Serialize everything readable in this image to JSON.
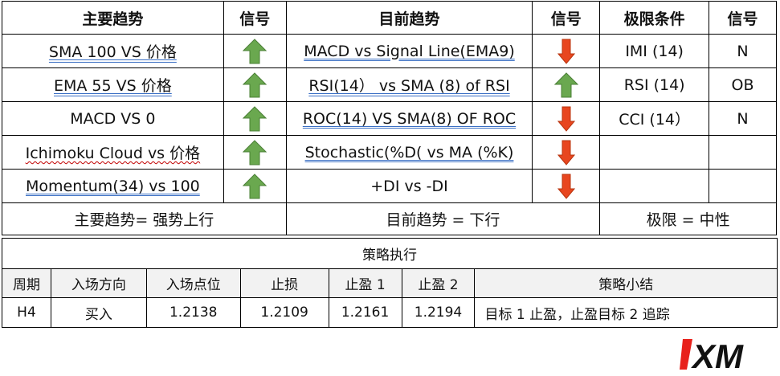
{
  "colors": {
    "up": "#6aa84f",
    "down": "#e8461f",
    "border": "#000000",
    "logo_red": "#e8211b"
  },
  "headers": {
    "main_trend": "主要趋势",
    "signal_1": "信号",
    "current_trend": "目前趋势",
    "signal_2": "信号",
    "extreme": "极限条件",
    "signal_3": "信号"
  },
  "rows": [
    {
      "main": "SMA 100 VS  价格",
      "main_sig": "up",
      "current": "MACD vs Signal Line(EMA9)",
      "current_sig": "down",
      "extreme": "IMI (14)",
      "extreme_sig": "N"
    },
    {
      "main": "EMA 55   VS  价格",
      "main_sig": "up",
      "current": "RSI(14） vs SMA (8) of RSI",
      "current_sig": "up",
      "extreme": "RSI (14)",
      "extreme_sig": "OB"
    },
    {
      "main": "MACD VS 0",
      "main_sig": "up",
      "current": "ROC(14) VS SMA(8) OF ROC",
      "current_sig": "down",
      "extreme": "CCI (14）",
      "extreme_sig": "N"
    },
    {
      "main": "Ichimoku Cloud vs 价格",
      "main_sig": "up",
      "current": "Stochastic(%D( vs MA (%K)",
      "current_sig": "down",
      "extreme": "",
      "extreme_sig": ""
    },
    {
      "main": "Momentum(34) vs 100",
      "main_sig": "up",
      "current": "+DI vs -DI",
      "current_sig": "down",
      "extreme": "",
      "extreme_sig": ""
    }
  ],
  "summary": {
    "main": "主要趋势= 强势上行",
    "current": "目前趋势 = 下行",
    "extreme": "极限 = 中性"
  },
  "execution": {
    "title": "策略执行",
    "columns": [
      "周期",
      "入场方向",
      "入场点位",
      "止损",
      "止盈 1",
      "止盈 2",
      "策略小结"
    ],
    "values": [
      "H4",
      "买入",
      "1.2138",
      "1.2109",
      "1.2161",
      "1.2194",
      "目标 1 止盈，止盈目标 2 追踪"
    ]
  },
  "logo": {
    "text": "XM"
  }
}
